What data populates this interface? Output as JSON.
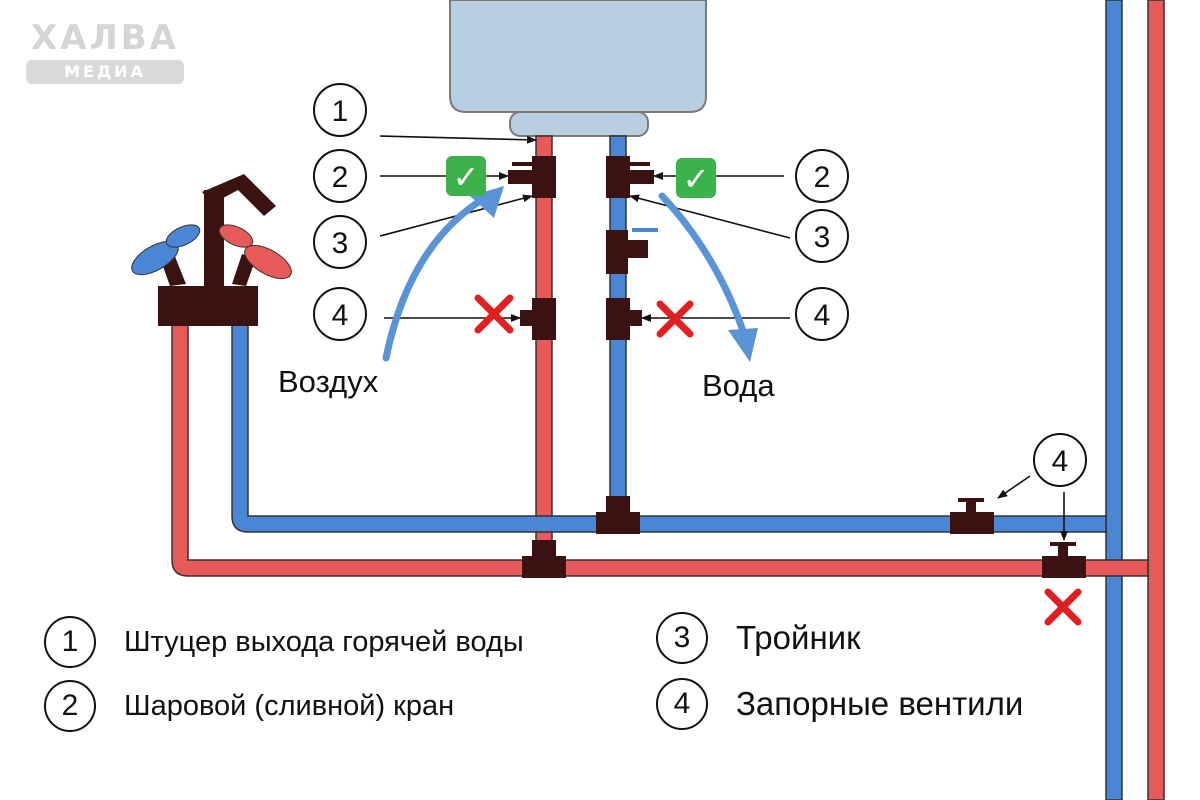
{
  "logo": {
    "main": "ХАЛВА",
    "sub": "МЕДИА"
  },
  "callouts": {
    "n1": "1",
    "n2": "2",
    "n3": "3",
    "n4": "4"
  },
  "flow_labels": {
    "air": "Воздух",
    "water": "Вода"
  },
  "legend": [
    {
      "num": "1",
      "label": "Штуцер выхода горячей воды"
    },
    {
      "num": "2",
      "label": "Шаровой (сливной) кран"
    },
    {
      "num": "3",
      "label": "Тройник"
    },
    {
      "num": "4",
      "label": "Запорные вентили"
    }
  ],
  "marks": {
    "ok": "✓",
    "no": "✕"
  },
  "colors": {
    "hot": "#e85a5a",
    "cold": "#4a86d4",
    "fitting": "#3a1212",
    "tank": "#b8cfe2",
    "flow_arrow": "#5a93d6",
    "ok_green": "#3bb34a",
    "no_red": "#e02020"
  }
}
